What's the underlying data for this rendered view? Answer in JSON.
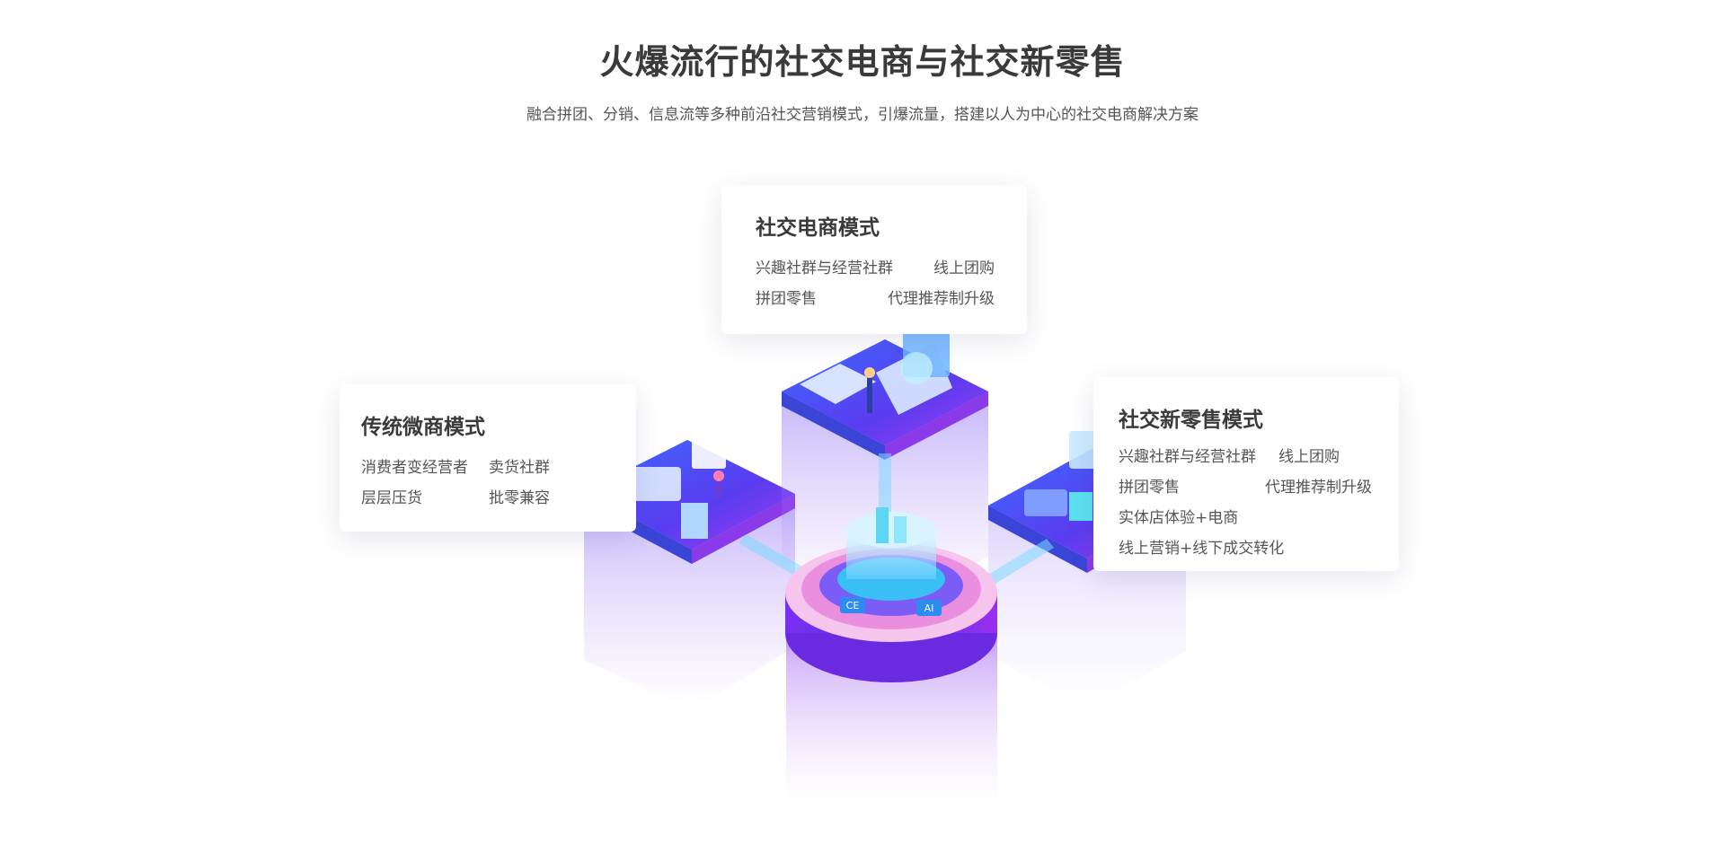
{
  "header": {
    "title": "火爆流行的社交电商与社交新零售",
    "subtitle": "融合拼团、分销、信息流等多种前沿社交营销模式，引爆流量，搭建以人为中心的社交电商解决方案"
  },
  "cards": {
    "social_ecommerce": {
      "title": "社交电商模式",
      "rows": [
        [
          "兴趣社群与经营社群",
          "线上团购"
        ],
        [
          "拼团零售",
          "代理推荐制升级"
        ]
      ]
    },
    "traditional_wechat": {
      "title": "传统微商模式",
      "rows": [
        [
          "消费者变经营者",
          "卖货社群"
        ],
        [
          "层层压货",
          "批零兼容"
        ]
      ]
    },
    "social_new_retail": {
      "title": "社交新零售模式",
      "rows": [
        [
          "兴趣社群与经营社群",
          "线上团购"
        ],
        [
          "拼团零售",
          "代理推荐制升级"
        ],
        [
          "实体店体验+电商"
        ],
        [
          "线上营销+线下成交转化"
        ]
      ]
    }
  },
  "illustration": {
    "platform_labels": [
      "CE",
      "AI"
    ]
  },
  "colors": {
    "title": "#3a3a3a",
    "text": "#555555",
    "purple": "#7b3cf0",
    "blue": "#3b5cf5",
    "cyan": "#4fd6ff",
    "pink": "#f7a8e6"
  }
}
